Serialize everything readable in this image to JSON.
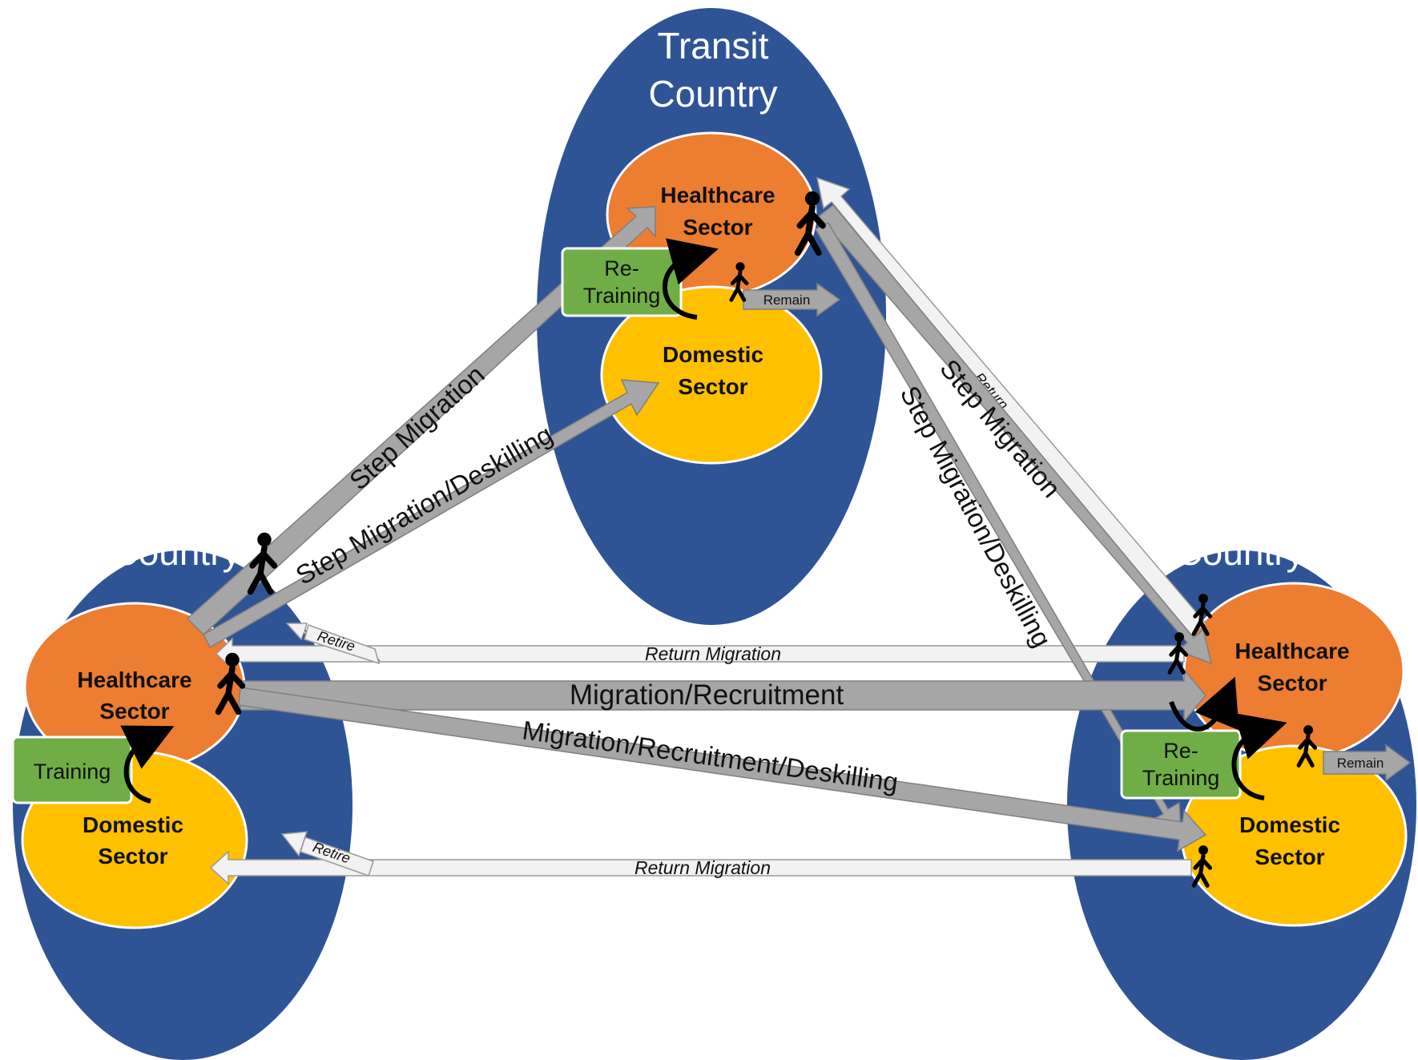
{
  "colors": {
    "country": "#2f5496",
    "healthcare": "#ed7d31",
    "domestic": "#ffc000",
    "training_box": "#70ad47",
    "flow_arrow": "#a6a6a6",
    "return_arrow": "#f2f2f2"
  },
  "countries": {
    "transit": {
      "title_line1": "Transit",
      "title_line2": "Country"
    },
    "source": {
      "title_line1": "Source",
      "title_line2": "Country"
    },
    "destination": {
      "title_line1": "Destination",
      "title_line2": "Country"
    }
  },
  "sectors": {
    "healthcare_line1": "Healthcare",
    "healthcare_line2": "Sector",
    "domestic_line1": "Domestic",
    "domestic_line2": "Sector"
  },
  "boxes": {
    "training": "Training",
    "retraining_line1": "Re-",
    "retraining_line2": "Training"
  },
  "flows": {
    "step_migration": "Step Migration",
    "step_migration_deskilling": "Step Migration/Deskilling",
    "migration_recruitment": "Migration/Recruitment",
    "migration_recruitment_deskilling": "Migration/Recruitment/Deskilling",
    "return_migration": "Return Migration",
    "return": "Return",
    "retire": "Retire",
    "remain": "Remain"
  },
  "icons": {
    "person": "walking-person-icon",
    "cycle": "curved-arrow-icon"
  }
}
